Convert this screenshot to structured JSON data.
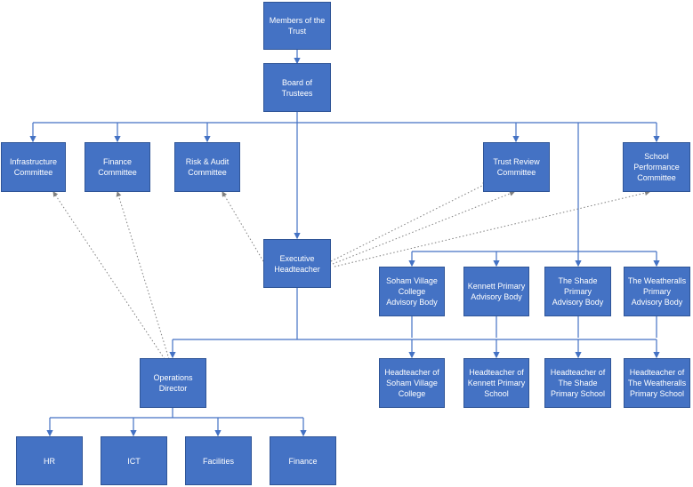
{
  "colors": {
    "box_fill": "#4472c4",
    "box_border": "#2f5597",
    "connector": "#4472c4",
    "dotted": "#7f7f7f",
    "text": "#ffffff"
  },
  "nodes": {
    "members": "Members of the Trust",
    "board": "Board of Trustees",
    "infrastructure": "Infrastructure Committee",
    "finance_committee": "Finance Committee",
    "risk_audit": "Risk & Audit Committee",
    "trust_review": "Trust Review Committee",
    "school_performance": "School Performance Committee",
    "executive_head": "Executive Headteacher",
    "soham_advisory": "Soham Village College Advisory Body",
    "kennett_advisory": "Kennett Primary Advisory Body",
    "shade_advisory": "The Shade Primary Advisory Body",
    "weatheralls_advisory": "The Weatheralls Primary Advisory Body",
    "operations": "Operations Director",
    "soham_head": "Headteacher of Soham Village College",
    "kennett_head": "Headteacher of Kennett Primary School",
    "shade_head": "Headteacher of The Shade Primary School",
    "weatheralls_head": "Headteacher of The Weatheralls Primary School",
    "hr": "HR",
    "ict": "ICT",
    "facilities": "Facilities",
    "finance_dept": "Finance"
  }
}
